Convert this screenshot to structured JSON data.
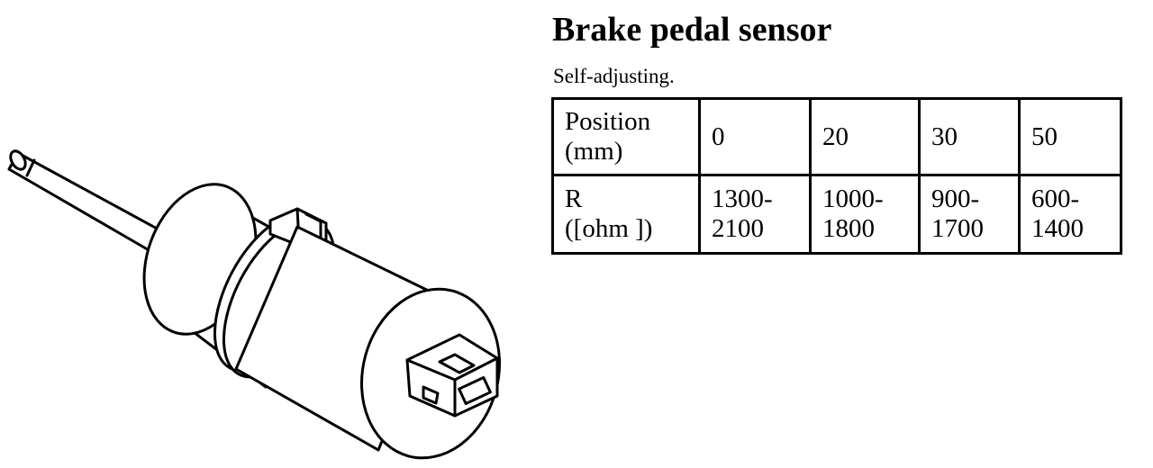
{
  "title": "Brake pedal sensor",
  "subtitle": "Self-adjusting.",
  "table": {
    "rows": [
      [
        "Position\n(mm)",
        "0",
        "20",
        "30",
        "50"
      ],
      [
        "R\n([ohm ])",
        "1300-\n2100",
        "1000-\n1800",
        "900-\n1700",
        "600-\n1400"
      ]
    ]
  }
}
